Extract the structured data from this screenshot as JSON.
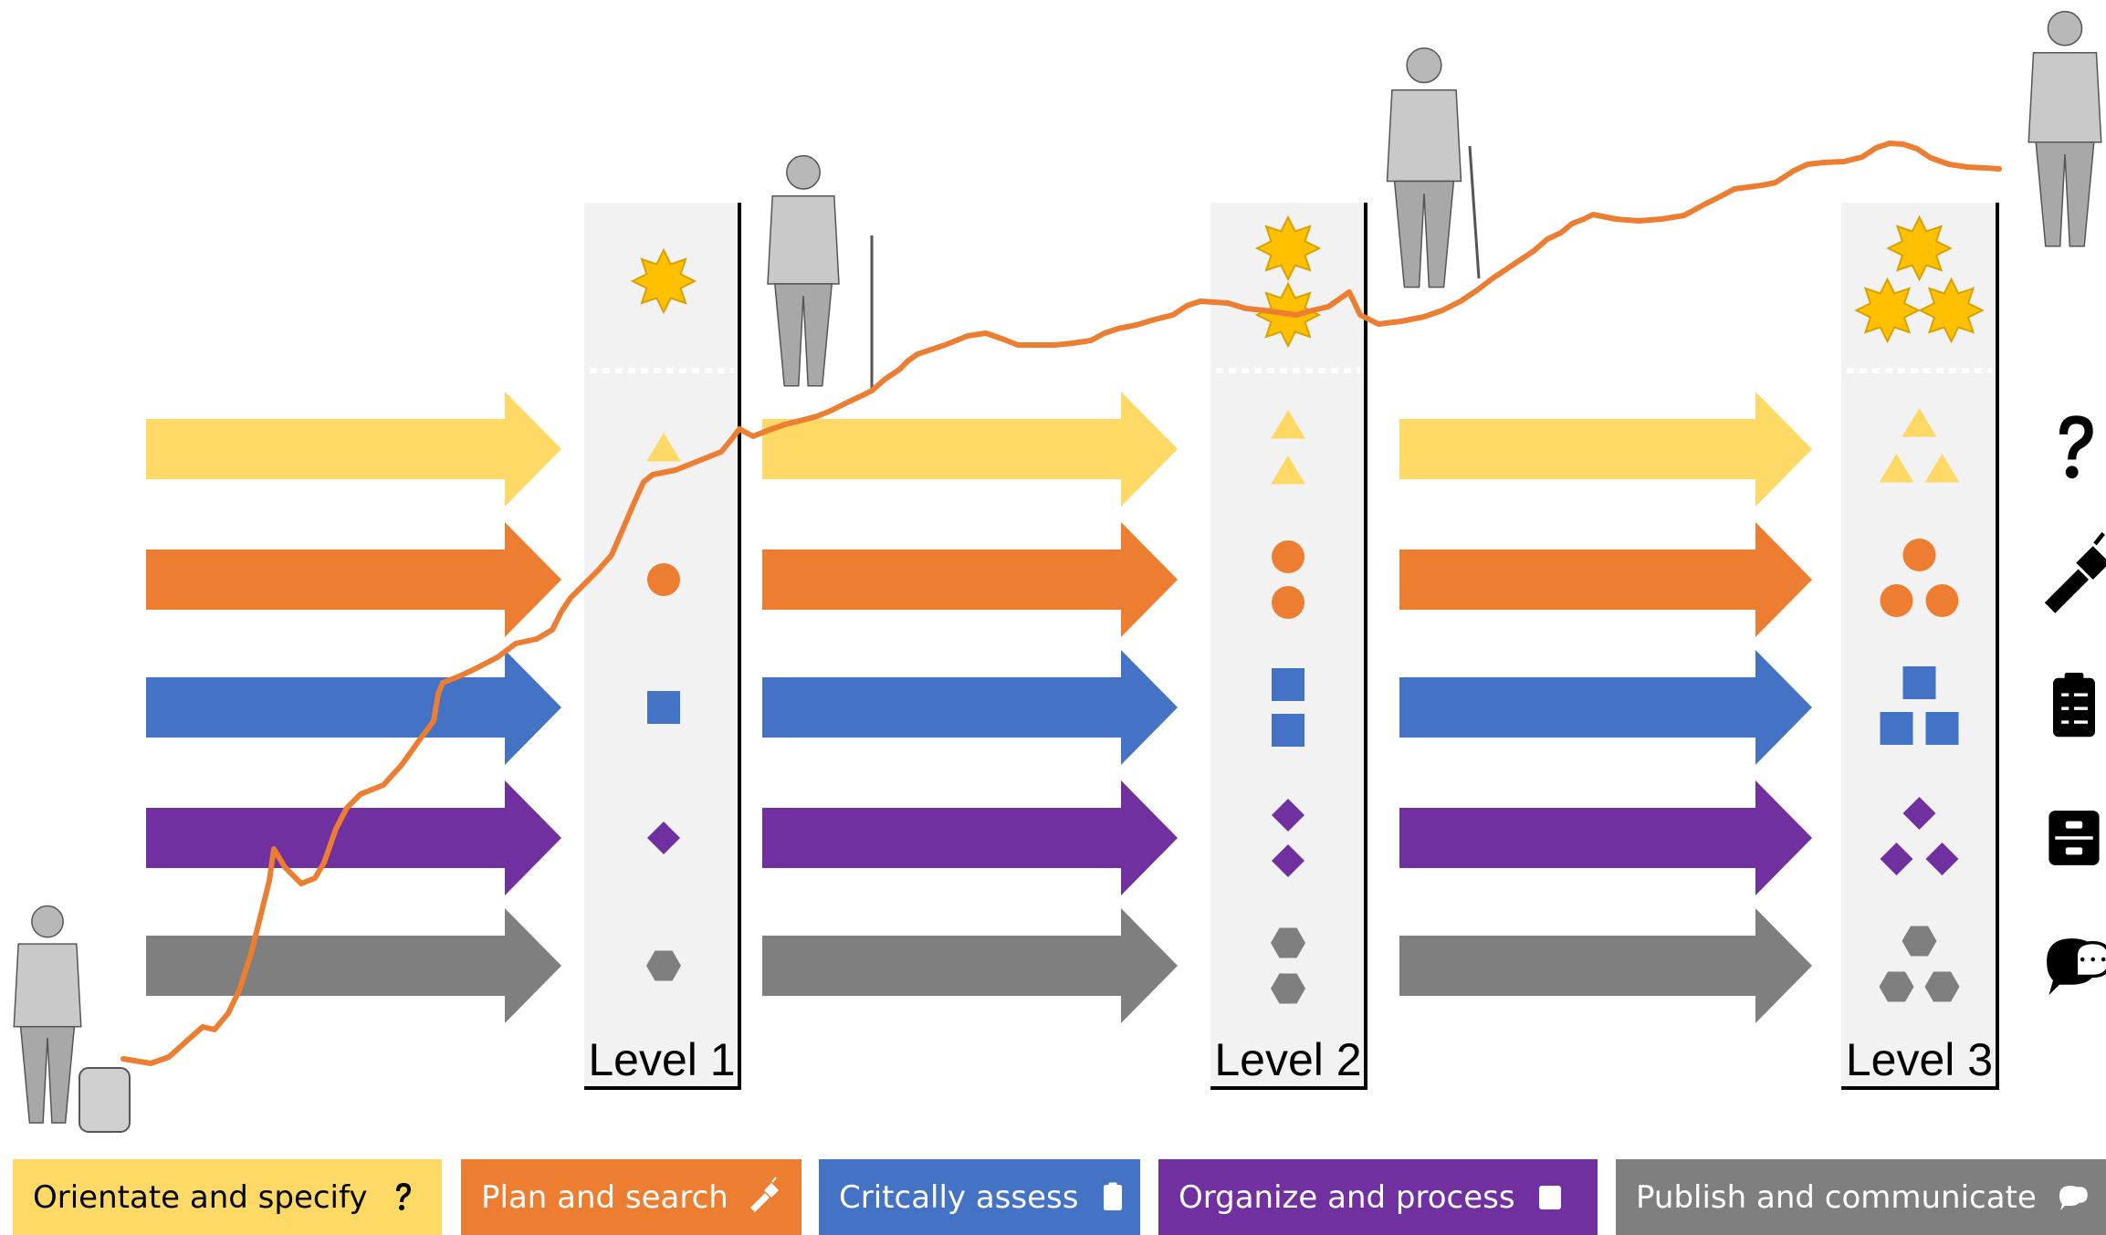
{
  "levels": [
    {
      "label": "Level 1",
      "stars": 1,
      "shapes_per_stage": 1
    },
    {
      "label": "Level 2",
      "stars": 2,
      "shapes_per_stage": 2
    },
    {
      "label": "Level 3",
      "stars": 3,
      "shapes_per_stage": 3
    }
  ],
  "stages": [
    {
      "label": "Orientate and specify",
      "color": "#ffd966",
      "text_color": "#000000",
      "shape": "triangle",
      "icon": "question-mark-icon"
    },
    {
      "label": "Plan and search",
      "color": "#ed7d31",
      "text_color": "#ffffff",
      "shape": "circle",
      "icon": "flashlight-icon"
    },
    {
      "label": "Critcally assess",
      "color": "#4472c4",
      "text_color": "#ffffff",
      "shape": "square",
      "icon": "clipboard-checklist-icon"
    },
    {
      "label": "Organize and process",
      "color": "#7030a0",
      "text_color": "#ffffff",
      "shape": "diamond",
      "icon": "inbox-tray-icon"
    },
    {
      "label": "Publish and communicate",
      "color": "#7f7f7f",
      "text_color": "#ffffff",
      "shape": "hexagon",
      "icon": "speech-bubbles-icon"
    }
  ],
  "colors": {
    "path": "#ed7d31",
    "star": "#ffc000",
    "level_column": "#f2f2f2"
  },
  "figures": [
    "traveler-with-suitcase-figure",
    "hiker-figure",
    "mountaineer-figure",
    "expedition-climber-figure"
  ]
}
